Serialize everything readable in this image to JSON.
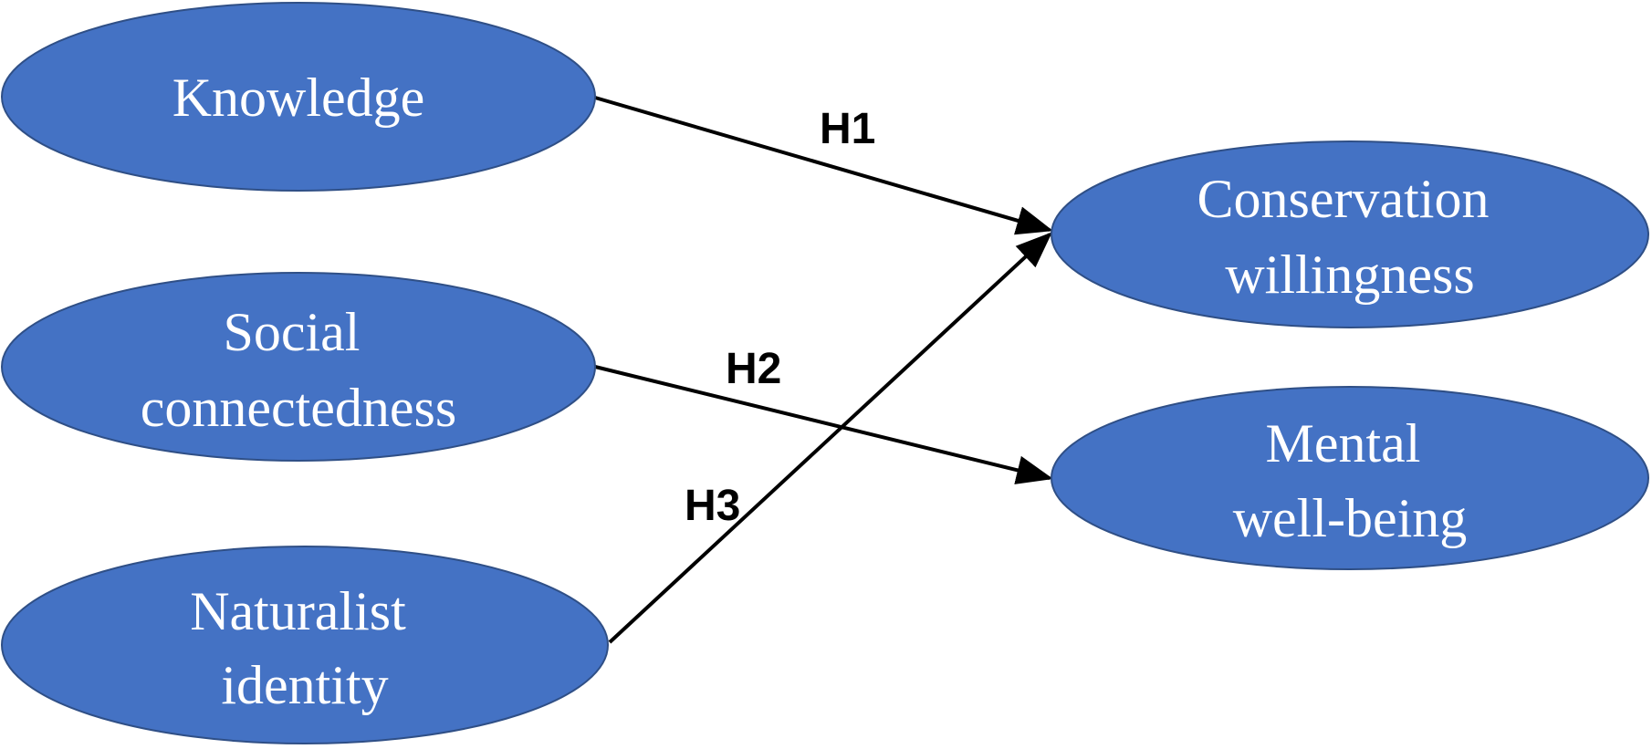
{
  "colors": {
    "node_fill": "#4472C4",
    "node_stroke": "#2F4F86",
    "node_text": "#FFFFFF",
    "edge": "#000000",
    "background": "#FFFFFF"
  },
  "nodes": {
    "knowledge": {
      "lines": [
        "Knowledge"
      ]
    },
    "social_connectedness": {
      "lines": [
        "Social",
        "connectedness"
      ]
    },
    "naturalist_identity": {
      "lines": [
        "Naturalist",
        "identity"
      ]
    },
    "conservation_willingness": {
      "lines": [
        "Conservation",
        "willingness"
      ]
    },
    "mental_well_being": {
      "lines": [
        "Mental",
        "well-being"
      ]
    }
  },
  "edges": {
    "h1": {
      "label": "H1",
      "from": "Knowledge",
      "to": "Conservation willingness"
    },
    "h2": {
      "label": "H2",
      "from": "Social connectedness",
      "to": "Mental well-being"
    },
    "h3": {
      "label": "H3",
      "from": "Naturalist identity",
      "to": "Conservation willingness"
    }
  }
}
